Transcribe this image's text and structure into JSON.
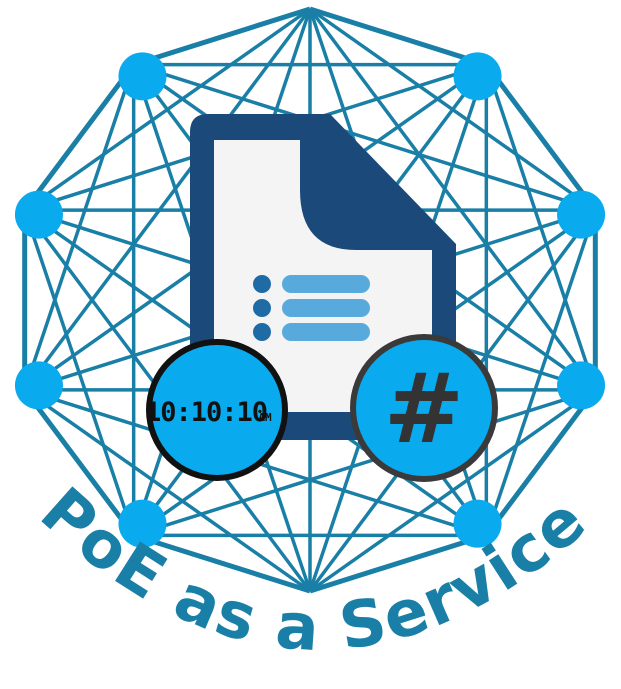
{
  "logo": {
    "title": "PoE as a Service",
    "clock_badge": {
      "time": "10:10:10",
      "suffix": "AM"
    },
    "hash_badge": {
      "symbol": "#"
    },
    "icons": {
      "network": "network-mesh-icon",
      "document": "document-list-icon",
      "clock": "digital-clock-icon",
      "hash": "hash-icon"
    },
    "colors": {
      "mesh": "#1a7fa6",
      "node": "#0aaaee",
      "document": "#1b4a7a",
      "list_bar": "#59aadc",
      "list_dot": "#1f6ba6",
      "clock_face": "#0aaaee",
      "clock_ring": "#111111",
      "hash_face": "#0aaaee",
      "hash_ring": "#3a3a3a",
      "title": "#1a7fa6"
    }
  }
}
